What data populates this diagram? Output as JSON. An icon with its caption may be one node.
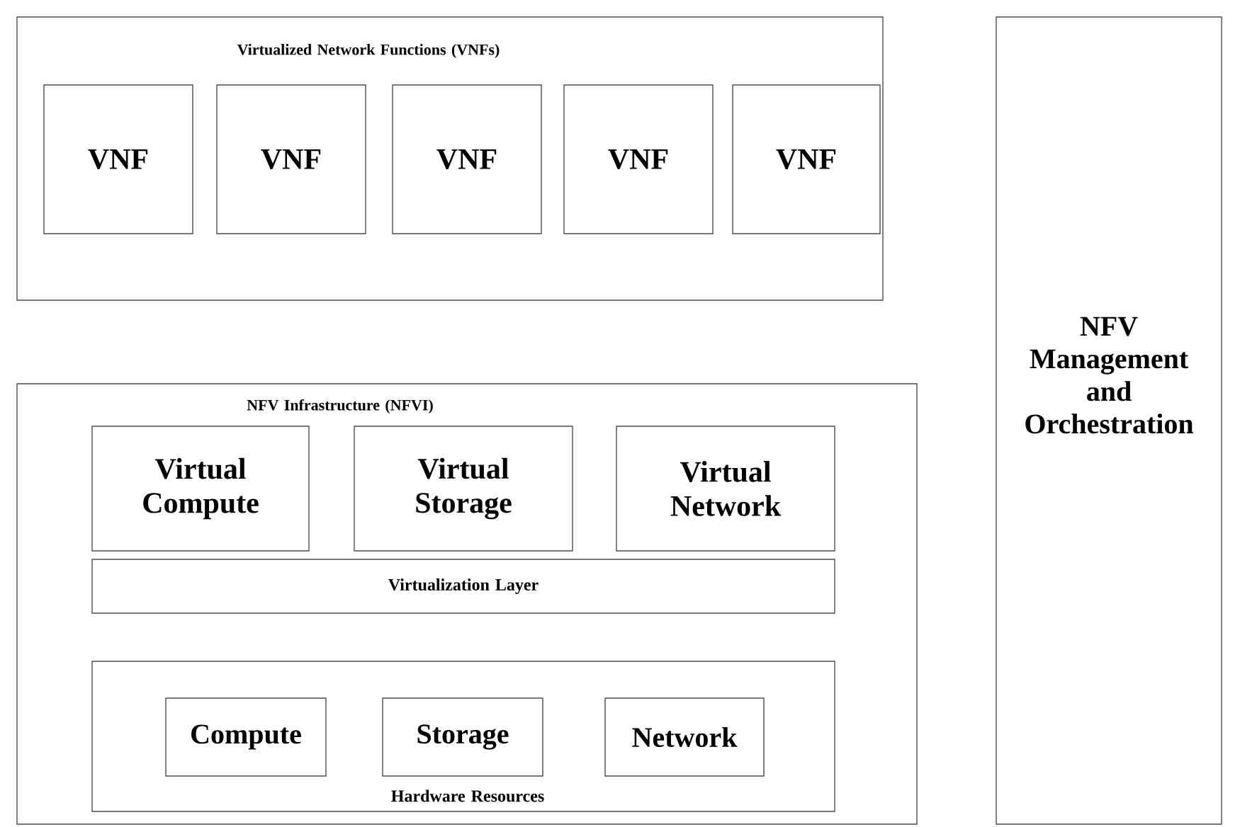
{
  "diagram": {
    "nodes": [
      {
        "text": [
          "Virtualized Network Functions (VNFs)"
        ]
      },
      {
        "text": [
          "VNF"
        ],
        "in": 0
      },
      {
        "text": [
          "VNF"
        ],
        "in": 0
      },
      {
        "text": [
          "VNF"
        ],
        "in": 0
      },
      {
        "text": [
          "VNF"
        ],
        "in": 0
      },
      {
        "text": [
          "VNF"
        ],
        "in": 0
      },
      {
        "text": [
          "NFV Infrastructure (NFVI)"
        ]
      },
      {
        "text": [
          "Virtual Compute"
        ],
        "in": 6
      },
      {
        "text": [
          "Virtual Storage"
        ],
        "in": 6
      },
      {
        "text": [
          "Virtual Network"
        ],
        "in": 6
      },
      {
        "text": [
          "Virtualization Layer"
        ],
        "in": 6
      },
      {
        "text": [
          "Hardware Resources"
        ],
        "in": 6
      },
      {
        "text": [
          "Compute"
        ],
        "in": 11
      },
      {
        "text": [
          "Storage"
        ],
        "in": 11
      },
      {
        "text": [
          "Network"
        ],
        "in": 11
      },
      {
        "text": [
          "NFV Management and Orchestration"
        ]
      }
    ],
    "edges": []
  }
}
